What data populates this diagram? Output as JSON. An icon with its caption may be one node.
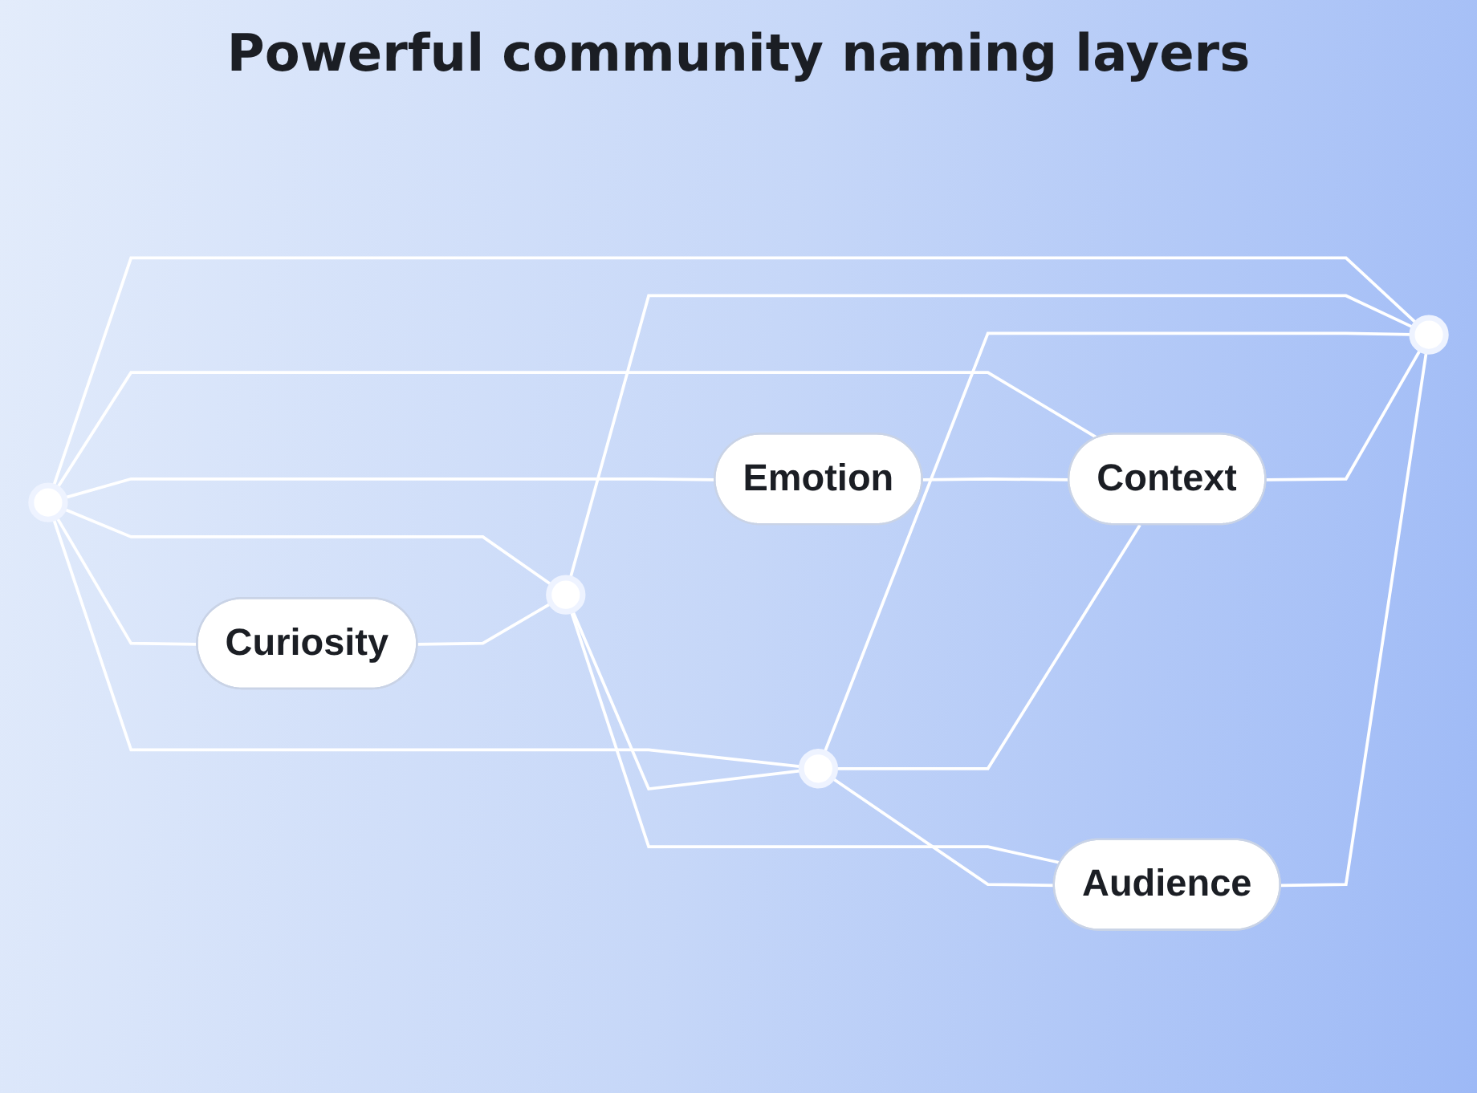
{
  "diagram": {
    "title": "Powerful community naming layers",
    "nodes": [
      {
        "text": [],
        "shape": "circle"
      },
      {
        "text": [
          "Curiosity"
        ]
      },
      {
        "text": [
          "Emotion"
        ]
      },
      {
        "text": [],
        "shape": "circle"
      },
      {
        "text": [],
        "shape": "circle"
      },
      {
        "text": [
          "Context"
        ]
      },
      {
        "text": [
          "Audience"
        ]
      },
      {
        "text": [],
        "shape": "circle"
      }
    ],
    "edges": [
      {
        "from": 0,
        "to": 2,
        "arrow": "none"
      },
      {
        "from": 0,
        "to": 1,
        "arrow": "none"
      },
      {
        "from": 0,
        "to": 3,
        "arrow": "none"
      },
      {
        "from": 0,
        "to": 5,
        "arrow": "none"
      },
      {
        "from": 0,
        "to": 4,
        "arrow": "none"
      },
      {
        "from": 0,
        "to": 7,
        "arrow": "none"
      },
      {
        "from": 1,
        "to": 3,
        "arrow": "none"
      },
      {
        "from": 2,
        "to": 5,
        "arrow": "none"
      },
      {
        "from": 3,
        "to": 4,
        "arrow": "none"
      },
      {
        "from": 3,
        "to": 7,
        "arrow": "none"
      },
      {
        "from": 3,
        "to": 6,
        "arrow": "none"
      },
      {
        "from": 4,
        "to": 5,
        "arrow": "none"
      },
      {
        "from": 4,
        "to": 7,
        "arrow": "none"
      },
      {
        "from": 4,
        "to": 6,
        "arrow": "none"
      },
      {
        "from": 5,
        "to": 7,
        "arrow": "none"
      },
      {
        "from": 6,
        "to": 7,
        "arrow": "none"
      }
    ]
  }
}
